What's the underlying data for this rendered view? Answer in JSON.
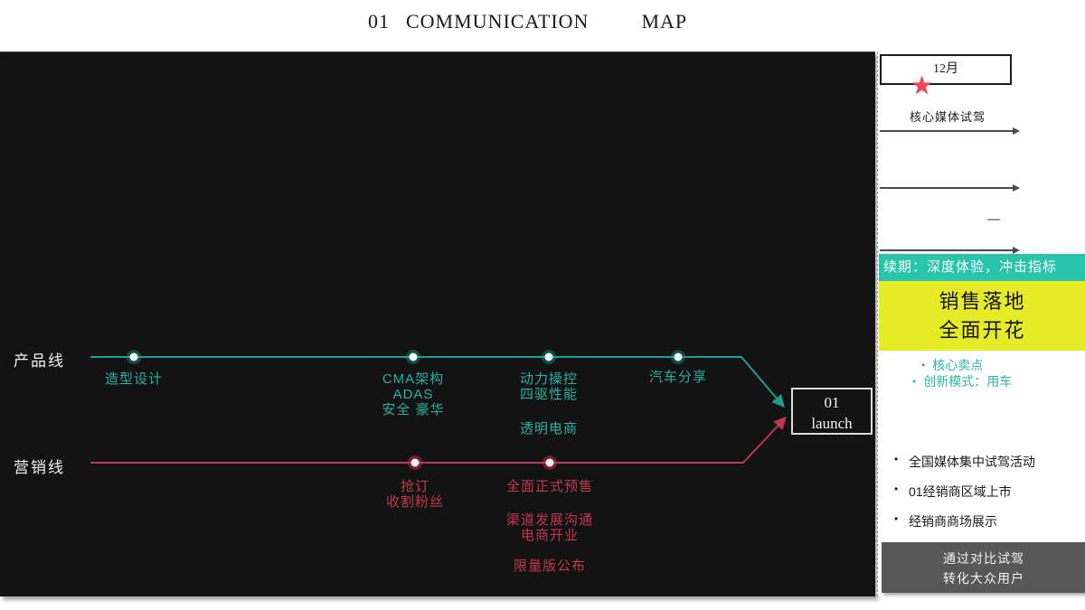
{
  "title": {
    "number": "01",
    "word_a": "COMMUNICATION",
    "word_b": "MAP"
  },
  "colors": {
    "panel_bg": "#131313",
    "product_line": "#1d9e90",
    "product_text": "#28b0a3",
    "marketing_line": "#c23450",
    "marketing_text": "#c4374e",
    "banner_teal": "#2ac4ad",
    "highlight_yellow": "#e7eb26",
    "gray_box": "#585858",
    "star_red": "#f0485a"
  },
  "icons": {
    "star": "★",
    "bullet": "•"
  },
  "diagram": {
    "product_line": {
      "label": "产品线",
      "nodes": [
        {
          "lines": [
            "造型设计"
          ]
        },
        {
          "lines": [
            "CMA架构",
            "ADAS",
            "安全 豪华"
          ]
        },
        {
          "lines": [
            "动力操控",
            "四驱性能",
            "透明电商"
          ]
        },
        {
          "lines": [
            "汽车分享"
          ]
        }
      ]
    },
    "marketing_line": {
      "label": "营销线",
      "nodes": [
        {
          "lines": [
            "抢订",
            "收割粉丝"
          ]
        },
        {
          "lines": [
            "全面正式预售",
            "渠道发展沟通",
            "电商开业",
            "限量版公布"
          ]
        }
      ]
    },
    "launch_box": {
      "line1": "01",
      "line2": "launch"
    }
  },
  "sidebar": {
    "month_box": "12月",
    "star_note": "核心媒体试驾",
    "teal_banner": "续期：深度体验，冲击指标",
    "yellow_box": {
      "line1": "销售落地",
      "line2": "全面开花"
    },
    "teal_bullets": [
      "核心卖点",
      "创新模式：用车"
    ],
    "black_bullets": [
      "全国媒体集中试驾活动",
      "01经销商区域上市",
      "经销商商场展示"
    ],
    "gray_box": {
      "line1": "通过对比试驾",
      "line2": "转化大众用户"
    }
  }
}
